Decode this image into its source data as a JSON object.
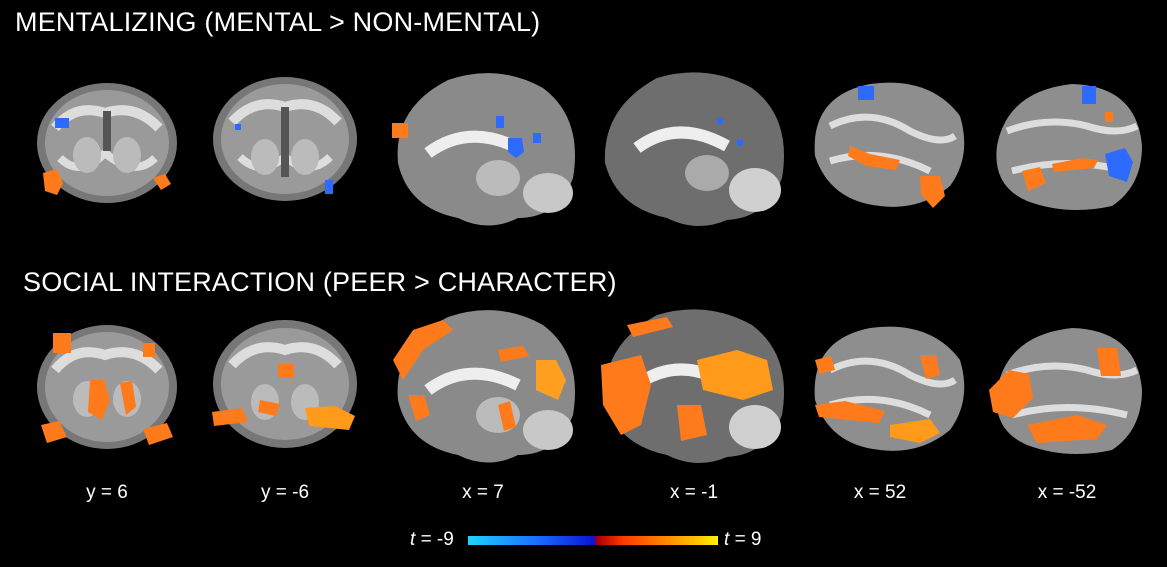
{
  "figure": {
    "row1_title": "MENTALIZING (MENTAL > NON-MENTAL)",
    "row2_title": "SOCIAL INTERACTION (PEER > CHARACTER)",
    "slice_labels": [
      "y = 6",
      "y = -6",
      "x = 7",
      "x = -1",
      "x = 52",
      "x = -52"
    ],
    "colorbar": {
      "stat": "t",
      "min_label": "= -9",
      "max_label": "= 9",
      "min": -9,
      "max": 9,
      "negative_colors": [
        "#1fd3ff",
        "#1a6cff",
        "#0a14d6"
      ],
      "positive_colors": [
        "#b00000",
        "#ff3a00",
        "#ff8c00",
        "#fff000"
      ]
    }
  }
}
